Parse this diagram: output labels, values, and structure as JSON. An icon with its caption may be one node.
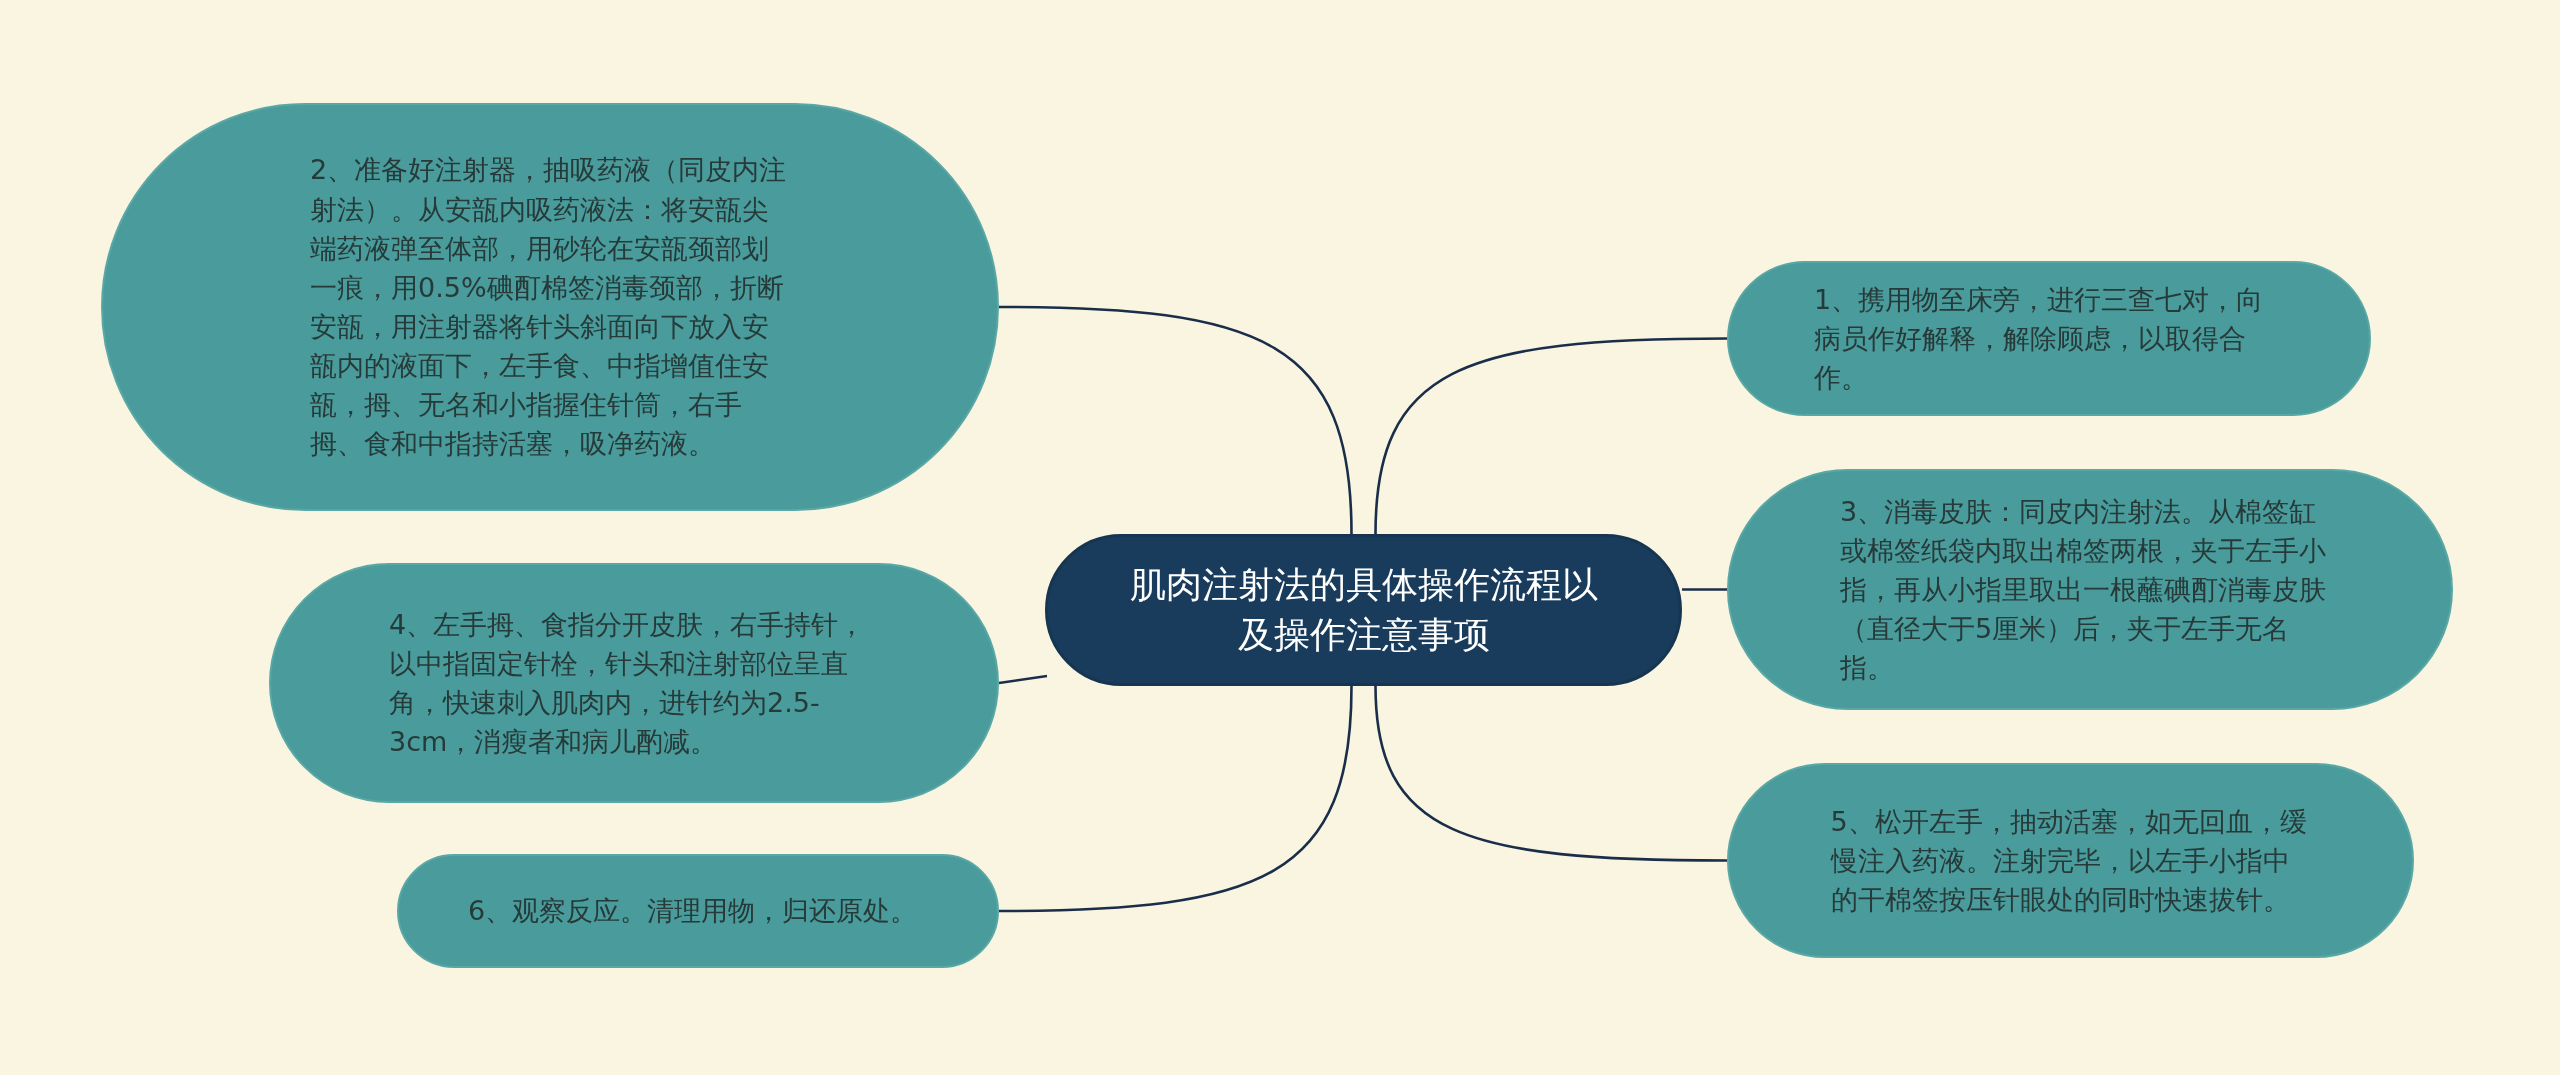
{
  "diagram": {
    "nodes": [
      {
        "text": [
          "肌肉注射法的具体操作流程以及操作注意事项"
        ]
      },
      {
        "text": [
          "1、携用物至床旁，进行三查七对，向病员作好解释，解除顾虑，以取得合作。"
        ]
      },
      {
        "text": [
          "2、准备好注射器，抽吸药液（同皮内注射法）。从安瓿内吸药液法：将安瓿尖端药液弹至体部，用砂轮在安瓿颈部划一痕，用0.5%碘酊棉签消毒颈部，折断安瓿，用注射器将针头斜面向下放入安瓿内的液面下，左手食、中指增值住安瓿，拇、无名和小指握住针筒，右手拇、食和中指持活塞，吸净药液。"
        ]
      },
      {
        "text": [
          "3、消毒皮肤：同皮内注射法。从棉签缸或棉签纸袋内取出棉签两根，夹于左手小指，再从小指里取出一根蘸碘酊消毒皮肤（直径大于5厘米）后，夹于左手无名指。"
        ]
      },
      {
        "text": [
          "4、左手拇、食指分开皮肤，右手持针，以中指固定针栓，针头和注射部位呈直角，快速刺入肌肉内，进针约为2.5-3cm，消瘦者和病儿酌减。"
        ]
      },
      {
        "text": [
          "5、松开左手，抽动活塞，如无回血，缓慢注入药液。注射完毕，以左手小指中的干棉签按压针眼处的同时快速拔针。"
        ]
      },
      {
        "text": [
          "6、观察反应。清理用物，归还原处。"
        ]
      }
    ],
    "edges": [
      {
        "from": 0,
        "to": 1,
        "arrow": "none"
      },
      {
        "from": 0,
        "to": 2,
        "arrow": "none"
      },
      {
        "from": 0,
        "to": 3,
        "arrow": "none"
      },
      {
        "from": 0,
        "to": 4,
        "arrow": "none"
      },
      {
        "from": 0,
        "to": 5,
        "arrow": "none"
      },
      {
        "from": 0,
        "to": 6,
        "arrow": "none"
      }
    ]
  }
}
